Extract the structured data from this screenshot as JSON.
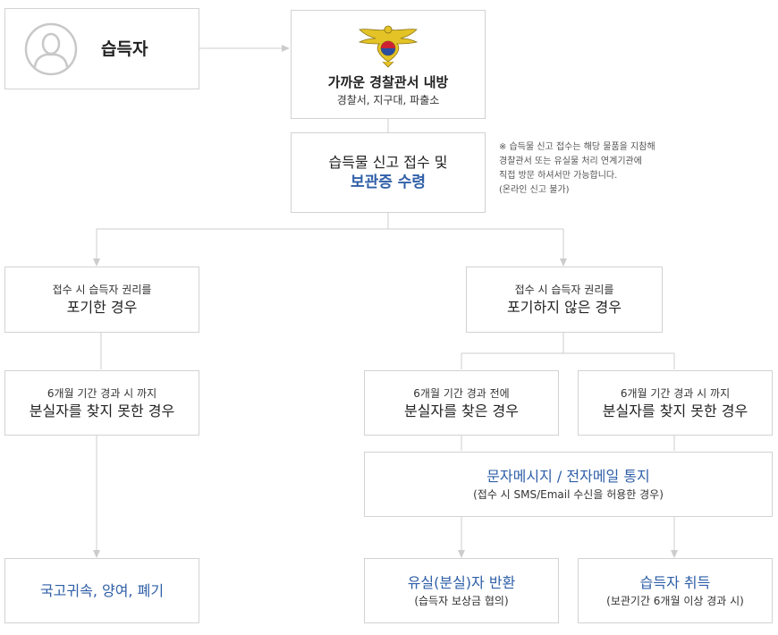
{
  "colors": {
    "line": "#cccccc",
    "border": "#d2d2d2",
    "accent_blue": "#2f5fa8"
  },
  "finder": {
    "label": "습득자",
    "icon": "user-avatar-icon"
  },
  "police": {
    "icon": "police-emblem-icon",
    "title": "가까운 경찰관서 내방",
    "subtitle": "경찰서, 지구대, 파출소"
  },
  "report": {
    "line1": "습득물 신고 접수 및",
    "line2": "보관증 수령"
  },
  "note": [
    "※ 습득물 신고 접수는 해당 물품을 지참해",
    "경찰관서 또는 유실물 처리 연계기관에",
    "직접 방문 하셔서만 가능합니다.",
    "(온라인 신고 불가)"
  ],
  "waive": {
    "line1": "접수 시 습득자 권리를",
    "line2": "포기한 경우"
  },
  "keep": {
    "line1": "접수 시 습득자 권리를",
    "line2": "포기하지 않은 경우"
  },
  "left_unfound": {
    "line1": "6개월 기간 경과 시 까지",
    "line2": "분실자를 찾지 못한 경우"
  },
  "found_before": {
    "line1": "6개월 기간 경과 전에",
    "line2": "분실자를 찾은 경우"
  },
  "right_unfound": {
    "line1": "6개월 기간 경과 시 까지",
    "line2": "분실자를 찾지 못한 경우"
  },
  "notify": {
    "title": "문자메시지 / 전자메일 통지",
    "subtitle": "(접수 시 SMS/Email 수신을 허용한 경우)"
  },
  "outcome_state": {
    "title": "국고귀속, 양여, 폐기"
  },
  "outcome_return": {
    "title": "유실(분실)자 반환",
    "subtitle": "(습득자 보상금 협의)"
  },
  "outcome_acquire": {
    "title": "습득자 취득",
    "subtitle": "(보관기간 6개월 이상 경과 시)"
  }
}
